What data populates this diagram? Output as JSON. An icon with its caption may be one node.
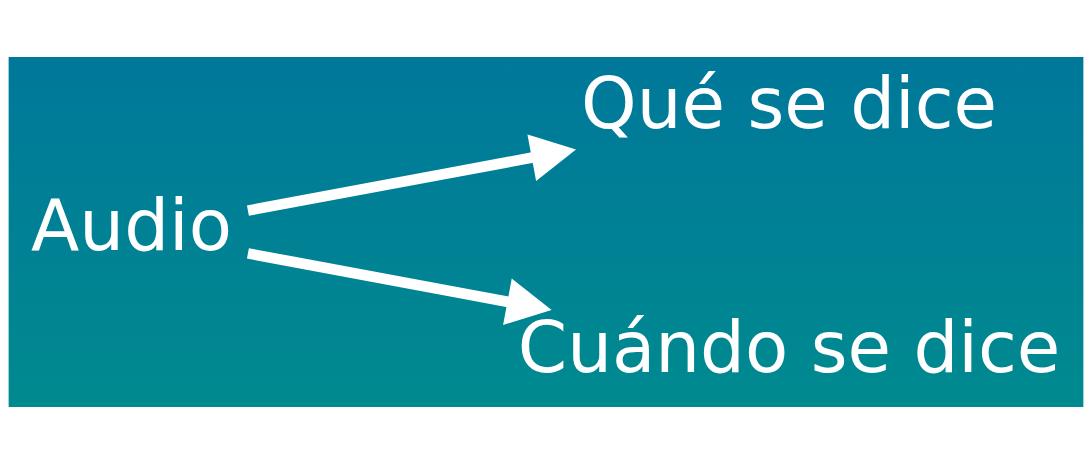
{
  "diagram": {
    "nodes": [
      {
        "text": [
          "Audio"
        ]
      },
      {
        "text": [
          "Qué se dice"
        ]
      },
      {
        "text": [
          "Cuándo se dice"
        ]
      }
    ],
    "edges": [
      {
        "from": 0,
        "to": 1,
        "arrow": "to"
      },
      {
        "from": 0,
        "to": 2,
        "arrow": "to"
      }
    ]
  }
}
